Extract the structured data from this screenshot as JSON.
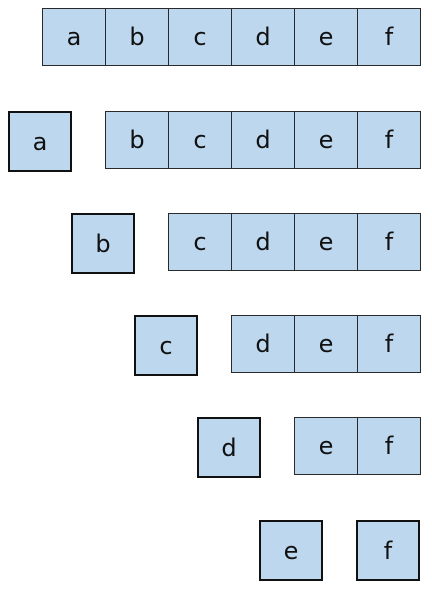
{
  "rows": [
    {
      "removed": "",
      "remaining": [
        "a",
        "b",
        "c",
        "d",
        "e",
        "f"
      ]
    },
    {
      "removed": "a",
      "remaining": [
        "b",
        "c",
        "d",
        "e",
        "f"
      ]
    },
    {
      "removed": "b",
      "remaining": [
        "c",
        "d",
        "e",
        "f"
      ]
    },
    {
      "removed": "c",
      "remaining": [
        "d",
        "e",
        "f"
      ]
    },
    {
      "removed": "d",
      "remaining": [
        "e",
        "f"
      ]
    },
    {
      "removed": "e",
      "remaining": [
        "f"
      ],
      "remaining_is_isolated": true
    }
  ],
  "colors": {
    "cell_fill": "#bdd7ee",
    "cell_border": "#2a2a2a",
    "removed_border": "#111111"
  }
}
